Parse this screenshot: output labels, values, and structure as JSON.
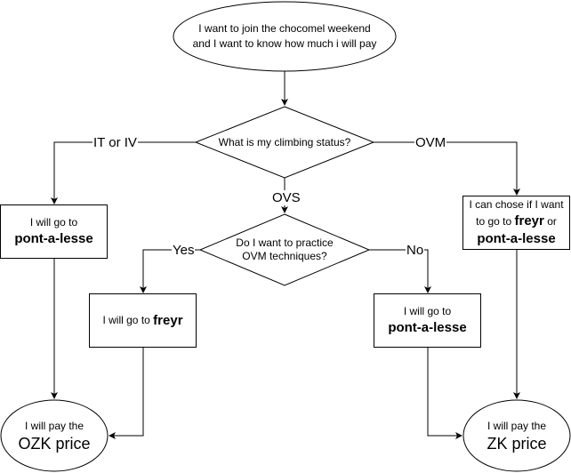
{
  "start": {
    "line1": "I want to join the chocomel weekend",
    "line2": "and I want to know how much i will pay"
  },
  "decision1": {
    "text": "What is my climbing status?"
  },
  "decision2": {
    "line1": "Do I want to practice",
    "line2": "OVM techniques?"
  },
  "edges": {
    "it_iv": "IT or IV",
    "ovm": "OVM",
    "ovs": "OVS",
    "yes": "Yes",
    "no": "No"
  },
  "box_left": {
    "small": "I will go to",
    "bold": "pont-a-lesse"
  },
  "box_right": {
    "line1": "I can chose if I want",
    "pre": "to go to ",
    "bold1": "freyr",
    "post": " or",
    "bold2": "pont-a-lesse"
  },
  "box_freyr": {
    "small": "I will go to ",
    "bold": "freyr"
  },
  "box_pal": {
    "small": "I will go to",
    "bold": "pont-a-lesse"
  },
  "end_left": {
    "small": "I will pay the",
    "big": "OZK price"
  },
  "end_right": {
    "small": "I will pay the",
    "big": "ZK price"
  }
}
